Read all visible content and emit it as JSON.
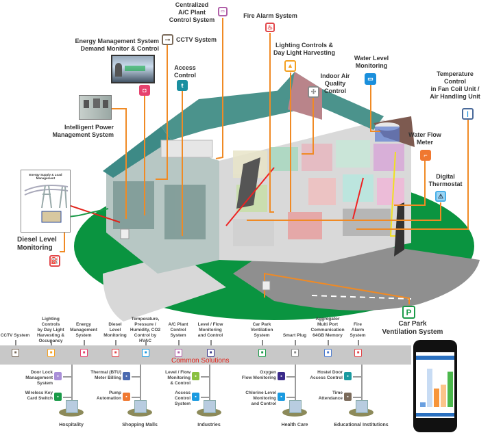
{
  "colors": {
    "connector": "#f08a24",
    "ground_green": "#0a9440",
    "bar_grey": "#c8c8c8",
    "common_red": "#e2231a"
  },
  "callouts": [
    {
      "id": "ac-plant",
      "label": "Centralized\nA/C Plant\nControl System",
      "icon": "ac-plant-icon",
      "color": "#b05fa8"
    },
    {
      "id": "fire-alarm",
      "label": "Fire Alarm System",
      "icon": "fire-alarm-icon",
      "color": "#e2474b"
    },
    {
      "id": "energy-mgmt",
      "label": "Energy  Management System\nDemand Monitor & Control",
      "icon": "energy-monitor-icon",
      "color": "#e6426e"
    },
    {
      "id": "cctv",
      "label": "CCTV System",
      "icon": "cctv-icon",
      "color": "#7a6a5a"
    },
    {
      "id": "lighting",
      "label": "Lighting Controls &\nDay Light Harvesting",
      "icon": "light-bulb-icon",
      "color": "#f4a020"
    },
    {
      "id": "access",
      "label": "Access\nControl",
      "icon": "access-card-icon",
      "color": "#1a8fa0"
    },
    {
      "id": "water-level",
      "label": "Water Level\nMonitoring",
      "icon": "water-tank-icon",
      "color": "#1a8fdc"
    },
    {
      "id": "indoor-air",
      "label": "Indoor Air\nQuality\nControl",
      "icon": "fan-icon",
      "color": "#8a8a8a"
    },
    {
      "id": "temperature",
      "label": "Temperature\nControl\nin Fan Coil Unit /\nAir Handling Unit",
      "icon": "thermometer-icon",
      "color": "#4a6a9a"
    },
    {
      "id": "power-mgmt",
      "label": "Intelligent Power\nManagement System",
      "icon": "power-panel-icon",
      "color": "#999999"
    },
    {
      "id": "water-flow",
      "label": "Water Flow\nMeter",
      "icon": "water-tap-icon",
      "color": "#f07830"
    },
    {
      "id": "thermostat",
      "label": "Digital\nThermostat",
      "icon": "thermostat-icon",
      "color": "#4ab0e8"
    },
    {
      "id": "diesel",
      "label": "Diesel Level\nMonitoring",
      "icon": "fuel-icon",
      "color": "#e2474b"
    },
    {
      "id": "car-park",
      "label": "Car Park\nVentilation System",
      "icon": "parking-icon",
      "color": "#1a9a48"
    }
  ],
  "energy_box": {
    "title": "Energy Supply & Load\nManagement"
  },
  "common_bar": {
    "title": "Common Solutions",
    "items": [
      {
        "label": "CCTV System",
        "icon": "cctv-icon",
        "color": "#7a6a5a"
      },
      {
        "label": "Lighting Controls\nby Day Light\nHarvesting &\nOccupancy",
        "icon": "light-bulb-icon",
        "color": "#f4a020"
      },
      {
        "label": "Energy\nManagement\nSystem",
        "icon": "energy-monitor-icon",
        "color": "#e6426e"
      },
      {
        "label": "Diesel\nLevel\nMonitoring",
        "icon": "fuel-icon",
        "color": "#e2474b"
      },
      {
        "label": "Temperature,\nPressure /\nHumidity, CO2\nControl by HVAC",
        "icon": "thermometer-icon",
        "color": "#1a9ae0"
      },
      {
        "label": "A/C Plant\nControl\nSystem",
        "icon": "ac-plant-icon",
        "color": "#b05fa8"
      },
      {
        "label": "Level / Flow\nMonitoring\nand Control",
        "icon": "level-flow-icon",
        "color": "#3a3a8a"
      },
      {
        "label": "Car Park\nVentilation\nSystem",
        "icon": "parking-icon",
        "color": "#1a9a48"
      },
      {
        "label": "Smart Plug",
        "icon": "smart-plug-icon",
        "color": "#8a8a8a"
      },
      {
        "label": "Aggregator\nMulti Port\nCommunication\n64GB Memory",
        "icon": "aggregator-icon",
        "color": "#4a7ad0"
      },
      {
        "label": "Fire\nAlarm\nSystem",
        "icon": "fire-alarm-icon",
        "color": "#e2474b"
      }
    ]
  },
  "sectors": [
    {
      "name": "Hospitality",
      "subs": [
        {
          "label": "Door Lock\nManagement\nSystem",
          "icon": "door-lock-icon",
          "color": "#a98fd8"
        },
        {
          "label": "Wireless Key\nCard Switch",
          "icon": "key-card-icon",
          "color": "#1a9a48"
        }
      ]
    },
    {
      "name": "Shopping Malls",
      "subs": [
        {
          "label": "Thermal (BTU)\nMeter Billing",
          "icon": "thermal-meter-icon",
          "color": "#4a6ab0"
        },
        {
          "label": "Pump\nAutomation",
          "icon": "pump-icon",
          "color": "#f07830"
        }
      ]
    },
    {
      "name": "Industries",
      "subs": [
        {
          "label": "Level / Flow\nMonitoring\n& Control",
          "icon": "level-flow-icon",
          "color": "#8ac040"
        },
        {
          "label": "Access\nControl\nSystem",
          "icon": "access-card-icon",
          "color": "#1a9ae0"
        }
      ]
    },
    {
      "name": "Health Care",
      "subs": [
        {
          "label": "Oxygen\nFlow Monitoring",
          "icon": "oxygen-icon",
          "color": "#3a2a8a"
        },
        {
          "label": "Chlorine Level\nMonitoring\nand Control",
          "icon": "chlorine-icon",
          "color": "#1a9ae0"
        }
      ]
    },
    {
      "name": "Educational Institutions",
      "subs": [
        {
          "label": "Hostel Door\nAccess Control",
          "icon": "access-card-icon",
          "color": "#1a9aa0"
        },
        {
          "label": "Time\nAttendance",
          "icon": "time-attendance-icon",
          "color": "#7a6a5a"
        }
      ]
    }
  ],
  "phone_chart": {
    "type": "bar",
    "values": [
      12,
      100,
      48,
      58,
      92
    ],
    "colors": [
      "#6aa0e0",
      "#c8dcf4",
      "#f7953a",
      "#fbc48a",
      "#4cb84c"
    ]
  }
}
